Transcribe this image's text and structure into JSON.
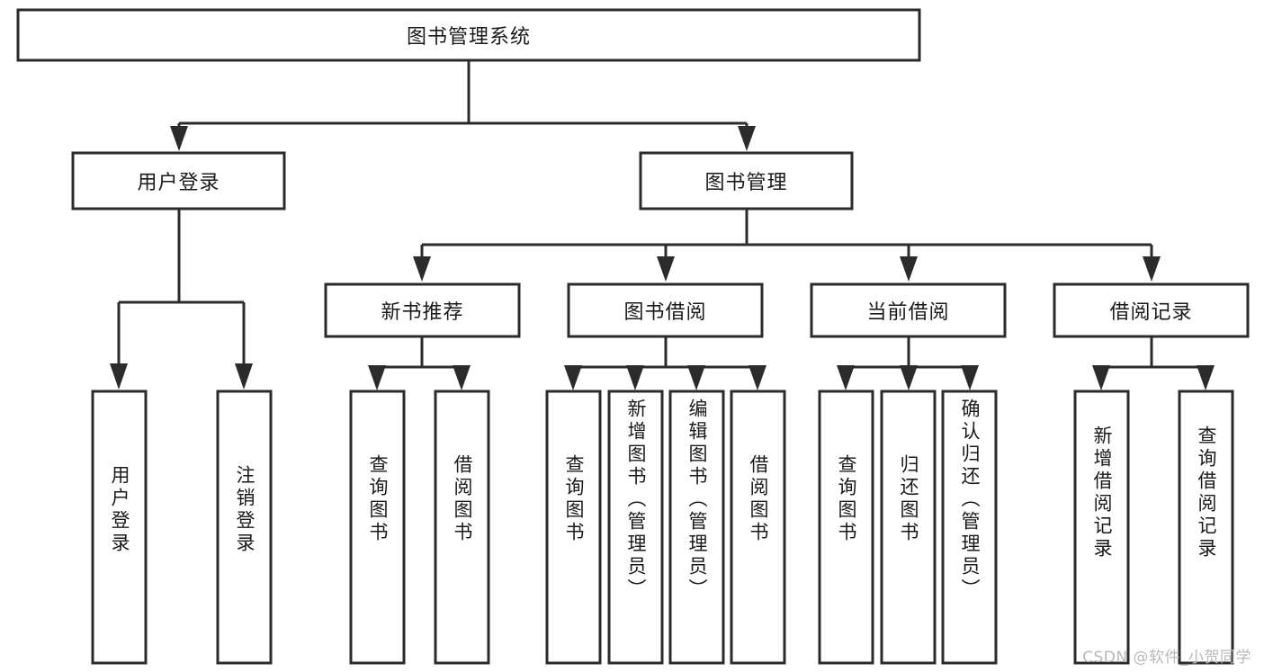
{
  "diagram": {
    "kind": "tree-hierarchy-chart",
    "title": "图书管理系统",
    "watermark": "CSDN @软件_小贺同学",
    "colors": {
      "box_stroke": "#2b2b2b",
      "box_fill": "#ffffff",
      "text": "#1a1a1a",
      "canvas": "#ffffff",
      "watermark": "#b9b9b9"
    },
    "levels": {
      "root": "图书管理系统",
      "level1": [
        "用户登录",
        "图书管理"
      ],
      "level2": [
        "新书推荐",
        "图书借阅",
        "当前借阅",
        "借阅记录"
      ]
    },
    "nodes": {
      "root": {
        "label": "图书管理系统",
        "orientation": "horizontal"
      },
      "user_login": {
        "label": "用户登录",
        "orientation": "horizontal"
      },
      "book_manage": {
        "label": "图书管理",
        "orientation": "horizontal"
      },
      "new_book_rec": {
        "label": "新书推荐",
        "orientation": "horizontal"
      },
      "book_borrow": {
        "label": "图书借阅",
        "orientation": "horizontal"
      },
      "current_borrow": {
        "label": "当前借阅",
        "orientation": "horizontal"
      },
      "borrow_record": {
        "label": "借阅记录",
        "orientation": "horizontal"
      },
      "leaf_user_login": {
        "label": "用户登录",
        "orientation": "vertical"
      },
      "leaf_logout": {
        "label": "注销登录",
        "orientation": "vertical"
      },
      "leaf_query_book_1": {
        "label": "查询图书",
        "orientation": "vertical"
      },
      "leaf_borrow_book_1": {
        "label": "借阅图书",
        "orientation": "vertical"
      },
      "leaf_query_book_2": {
        "label": "查询图书",
        "orientation": "vertical"
      },
      "leaf_add_book": {
        "label": "新增图书（管理员）",
        "orientation": "vertical"
      },
      "leaf_edit_book": {
        "label": "编辑图书（管理员）",
        "orientation": "vertical"
      },
      "leaf_borrow_book_2": {
        "label": "借阅图书",
        "orientation": "vertical"
      },
      "leaf_query_book_3": {
        "label": "查询图书",
        "orientation": "vertical"
      },
      "leaf_return_book": {
        "label": "归还图书",
        "orientation": "vertical"
      },
      "leaf_confirm_return": {
        "label": "确认归还（管理员）",
        "orientation": "vertical"
      },
      "leaf_add_record": {
        "label": "新增借阅记录",
        "orientation": "vertical"
      },
      "leaf_query_record": {
        "label": "查询借阅记录",
        "orientation": "vertical"
      }
    },
    "edges": [
      {
        "from": "图书管理系统",
        "to": "用户登录"
      },
      {
        "from": "图书管理系统",
        "to": "图书管理"
      },
      {
        "from": "用户登录",
        "to": "用户登录(叶)"
      },
      {
        "from": "用户登录",
        "to": "注销登录"
      },
      {
        "from": "图书管理",
        "to": "新书推荐"
      },
      {
        "from": "图书管理",
        "to": "图书借阅"
      },
      {
        "from": "图书管理",
        "to": "当前借阅"
      },
      {
        "from": "图书管理",
        "to": "借阅记录"
      },
      {
        "from": "新书推荐",
        "to": "查询图书"
      },
      {
        "from": "新书推荐",
        "to": "借阅图书"
      },
      {
        "from": "图书借阅",
        "to": "查询图书"
      },
      {
        "from": "图书借阅",
        "to": "新增图书（管理员）"
      },
      {
        "from": "图书借阅",
        "to": "编辑图书（管理员）"
      },
      {
        "from": "图书借阅",
        "to": "借阅图书"
      },
      {
        "from": "当前借阅",
        "to": "查询图书"
      },
      {
        "from": "当前借阅",
        "to": "归还图书"
      },
      {
        "from": "当前借阅",
        "to": "确认归还（管理员）"
      },
      {
        "from": "借阅记录",
        "to": "新增借阅记录"
      },
      {
        "from": "借阅记录",
        "to": "查询借阅记录"
      }
    ]
  }
}
